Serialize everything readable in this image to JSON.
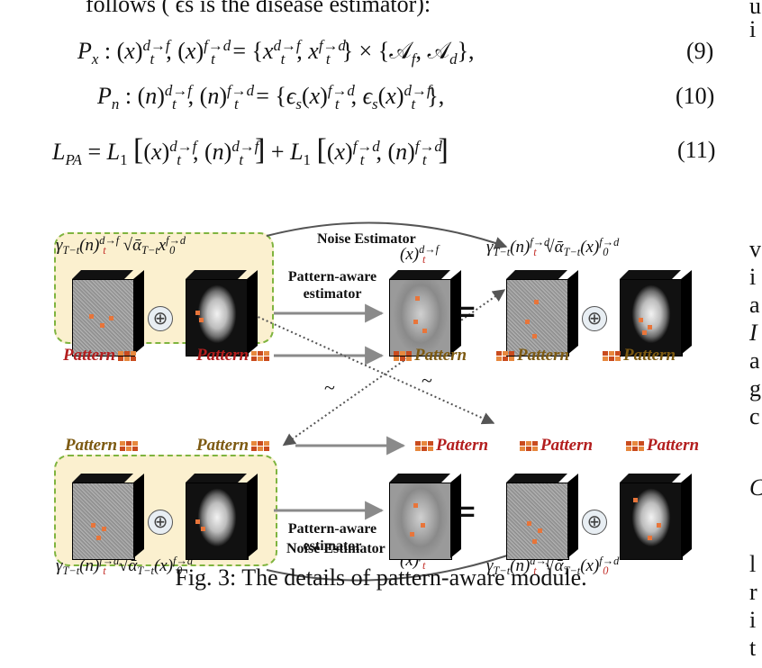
{
  "intro_line": "follows ( ϵs is the disease estimator):",
  "equations": [
    {
      "id": "eq9",
      "number": "(9)"
    },
    {
      "id": "eq10",
      "number": "(10)"
    },
    {
      "id": "eq11",
      "number": "(11)"
    }
  ],
  "right_column_fragments": [
    "u",
    "i",
    "v",
    "i",
    "a",
    "I",
    "a",
    "g",
    "c",
    "C",
    "l",
    "r",
    "i",
    "t"
  ],
  "figure": {
    "noise_estimator_label": "Noise Estimator",
    "pattern_aware_estimator_label": "Pattern-aware estimator",
    "pattern_label": "Pattern",
    "tilde": "~",
    "equals": "=",
    "oplus": "⊕"
  },
  "caption": "Fig. 3: The details of pattern-aware module.",
  "colors": {
    "panel_fill": "#fbf0cf",
    "panel_border": "#7fb43f",
    "red_text": "#b31e1e",
    "brown_text": "#7d5a12",
    "arrow": "#8a8a8a"
  }
}
